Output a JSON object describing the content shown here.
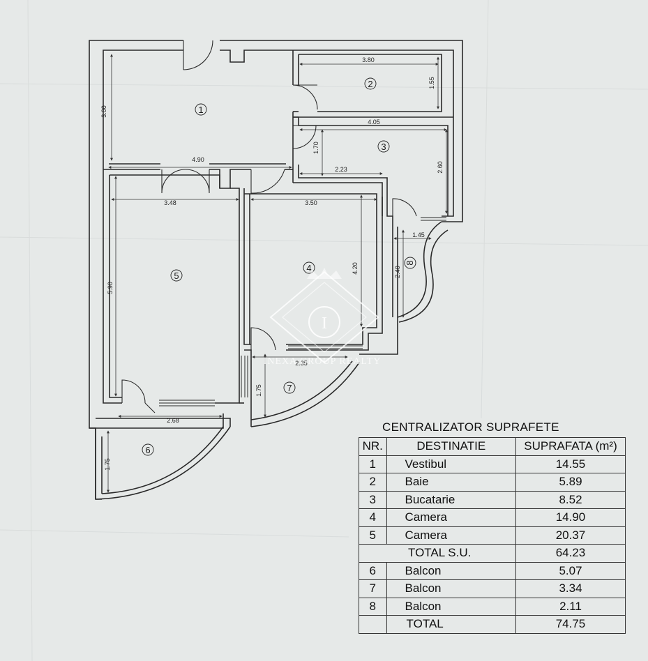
{
  "watermark": "INEXA GROUP REALTY",
  "plan": {
    "rooms": [
      {
        "num": "1"
      },
      {
        "num": "2"
      },
      {
        "num": "3"
      },
      {
        "num": "4"
      },
      {
        "num": "5"
      },
      {
        "num": "6"
      },
      {
        "num": "7"
      },
      {
        "num": "8"
      }
    ],
    "dims": {
      "d300": "3.00",
      "d380": "3.80",
      "d155": "1.55",
      "d405": "4.05",
      "d170": "1.70",
      "d223": "2.23",
      "d260": "2.60",
      "d490": "4.90",
      "d348": "3.48",
      "d350": "3.50",
      "d590": "5.90",
      "d420": "4.20",
      "d145": "1.45",
      "d240": "2.40",
      "d235": "2.35",
      "d175a": "1.75",
      "d268": "2.68",
      "d175b": "1.75"
    }
  },
  "table": {
    "title": "CENTRALIZATOR SUPRAFETE",
    "headers": [
      "NR.",
      "DESTINATIE",
      "SUPRAFATA (m²)"
    ],
    "rows": [
      {
        "nr": "1",
        "dest": "Vestibul",
        "sup": "14.55"
      },
      {
        "nr": "2",
        "dest": "Baie",
        "sup": "5.89"
      },
      {
        "nr": "3",
        "dest": "Bucatarie",
        "sup": "8.52"
      },
      {
        "nr": "4",
        "dest": "Camera",
        "sup": "14.90"
      },
      {
        "nr": "5",
        "dest": "Camera",
        "sup": "20.37"
      }
    ],
    "subtotal": {
      "label": "TOTAL S.U.",
      "value": "64.23"
    },
    "balcony_rows": [
      {
        "nr": "6",
        "dest": "Balcon",
        "sup": "5.07"
      },
      {
        "nr": "7",
        "dest": "Balcon",
        "sup": "3.34"
      },
      {
        "nr": "8",
        "dest": "Balcon",
        "sup": "2.11"
      }
    ],
    "total": {
      "label": "TOTAL",
      "value": "74.75"
    }
  }
}
